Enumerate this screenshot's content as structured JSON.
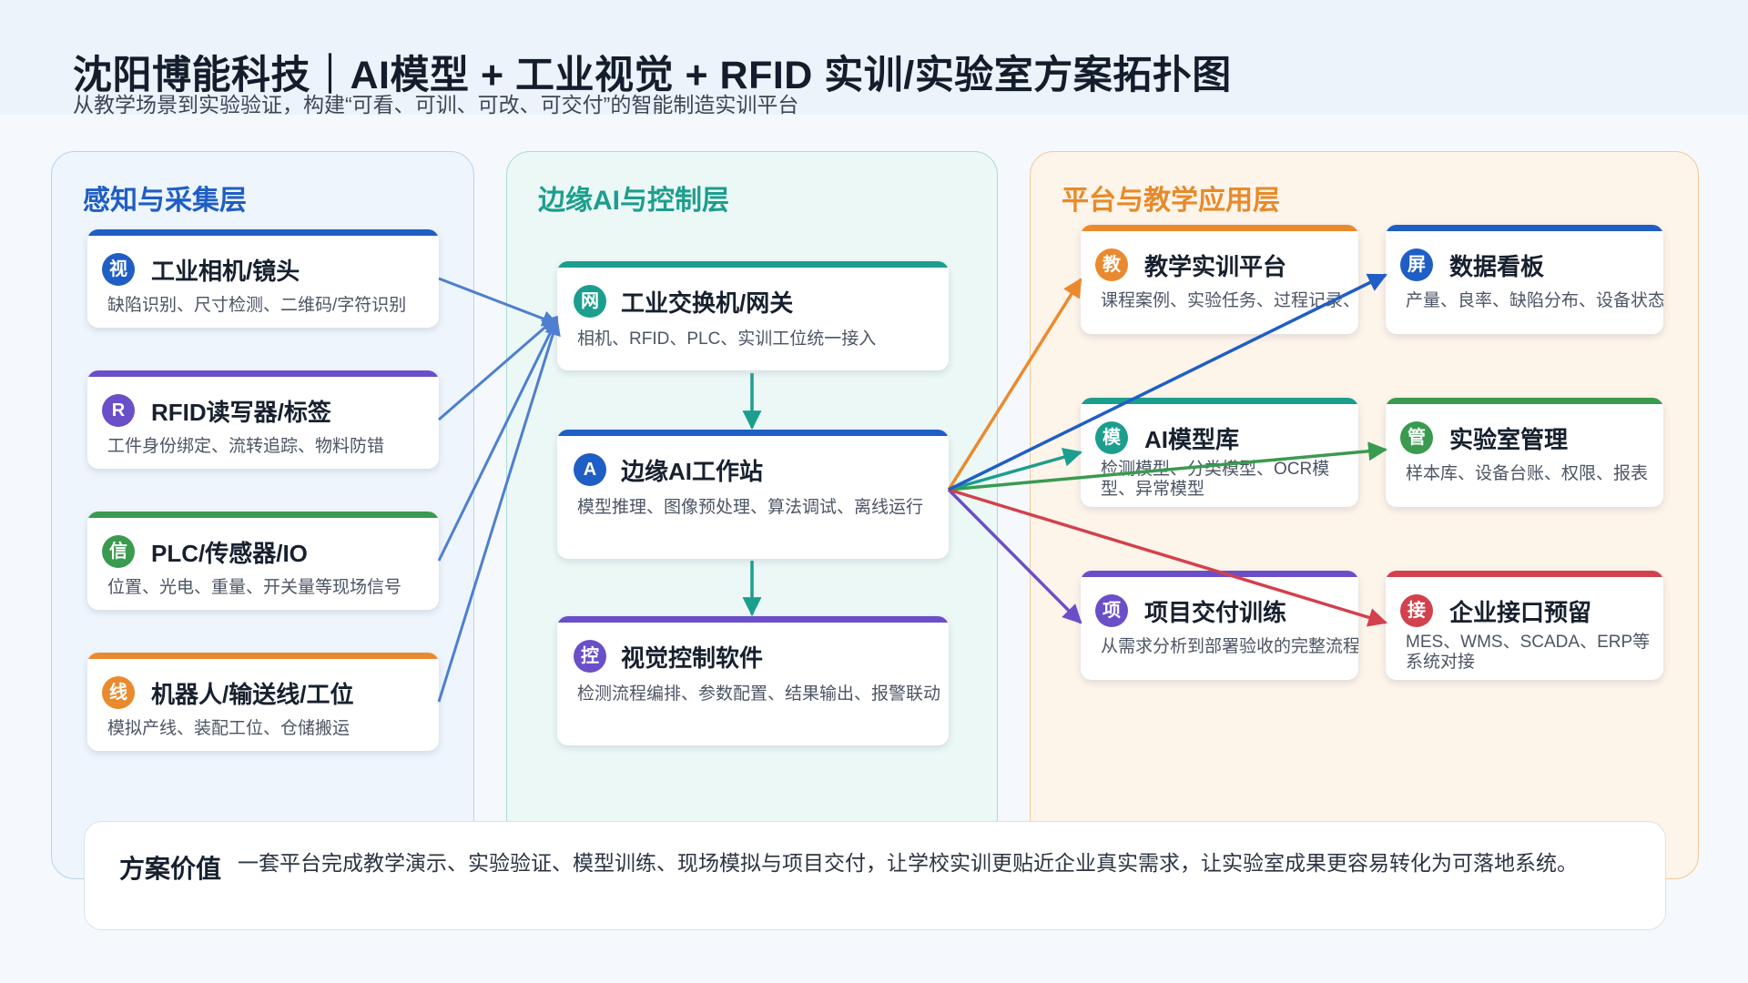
{
  "header": {
    "title": "沈阳博能科技｜AI模型 + 工业视觉 + RFID 实训/实验室方案拓扑图",
    "subtitle": "从教学场景到实验验证，构建“可看、可训、可改、可交付”的智能制造实训平台"
  },
  "layers": {
    "sense": {
      "title": "感知与采集层",
      "cards": [
        {
          "badge": "视",
          "title": "工业相机/镜头",
          "desc": "缺陷识别、尺寸检测、二维码/字符识别",
          "color": "#1f5ec4"
        },
        {
          "badge": "R",
          "title": "RFID读写器/标签",
          "desc": "工件身份绑定、流转追踪、物料防错",
          "color": "#6a4fc8"
        },
        {
          "badge": "信",
          "title": "PLC/传感器/IO",
          "desc": "位置、光电、重量、开关量等现场信号",
          "color": "#3a9a4f"
        },
        {
          "badge": "线",
          "title": "机器人/输送线/工位",
          "desc": "模拟产线、装配工位、仓储搬运",
          "color": "#ea8a2e"
        }
      ]
    },
    "edge": {
      "title": "边缘AI与控制层",
      "cards": [
        {
          "badge": "网",
          "title": "工业交换机/网关",
          "desc": "相机、RFID、PLC、实训工位统一接入",
          "color": "#1c9e8e"
        },
        {
          "badge": "A",
          "title": "边缘AI工作站",
          "desc": "模型推理、图像预处理、算法调试、离线运行",
          "color": "#1f5ec4"
        },
        {
          "badge": "控",
          "title": "视觉控制软件",
          "desc": "检测流程编排、参数配置、结果输出、报警联动",
          "color": "#6a4fc8"
        }
      ]
    },
    "platform": {
      "title": "平台与教学应用层",
      "cards": [
        {
          "badge": "教",
          "title": "教学实训平台",
          "desc": "课程案例、实验任务、过程记录、成",
          "color": "#ea8a2e"
        },
        {
          "badge": "屏",
          "title": "数据看板",
          "desc": "产量、良率、缺陷分布、设备状态",
          "color": "#1f5ec4"
        },
        {
          "badge": "模",
          "title": "AI模型库",
          "desc": "检测模型、分类模型、OCR模型、异常模型",
          "color": "#1c9e8e"
        },
        {
          "badge": "管",
          "title": "实验室管理",
          "desc": "样本库、设备台账、权限、报表",
          "color": "#3a9a4f"
        },
        {
          "badge": "项",
          "title": "项目交付训练",
          "desc": "从需求分析到部署验收的完整流程",
          "color": "#6a4fc8"
        },
        {
          "badge": "接",
          "title": "企业接口预留",
          "desc": "MES、WMS、SCADA、ERP等系统对接",
          "color": "#d2414d"
        }
      ]
    }
  },
  "value": {
    "label": "方案价值",
    "text": "一套平台完成教学演示、实验验证、模型训练、现场模拟与项目交付，让学校实训更贴近企业真实需求，让实验室成果更容易转化为可落地系统。"
  }
}
